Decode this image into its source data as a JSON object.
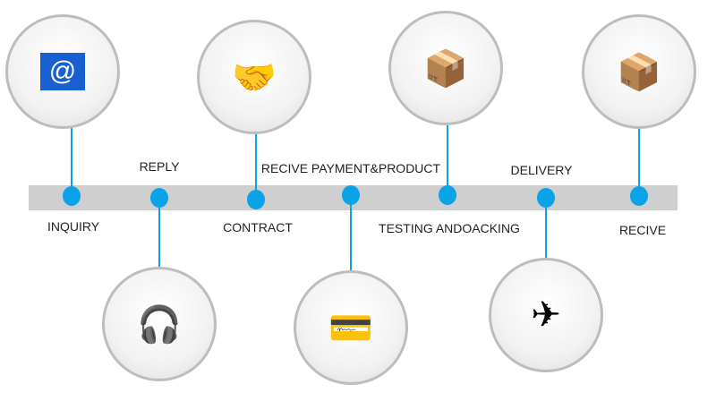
{
  "steps": [
    {
      "label": "INQUIRY",
      "icon": "email-person-icon"
    },
    {
      "label": "REPLY",
      "icon": "call-center-icon"
    },
    {
      "label": "CONTRACT",
      "icon": "meeting-table-icon"
    },
    {
      "label": "RECIVE PAYMENT&PRODUCT",
      "icon": "payment-card-icon"
    },
    {
      "label": "TESTING ANDOACKING",
      "icon": "measuring-boxes-icon"
    },
    {
      "label": "DELIVERY",
      "icon": "plane-globe-icon"
    },
    {
      "label": "RECIVE",
      "icon": "handover-package-icon"
    }
  ],
  "colors": {
    "accent": "#0aa3e8",
    "bar": "#cfcfcf"
  }
}
